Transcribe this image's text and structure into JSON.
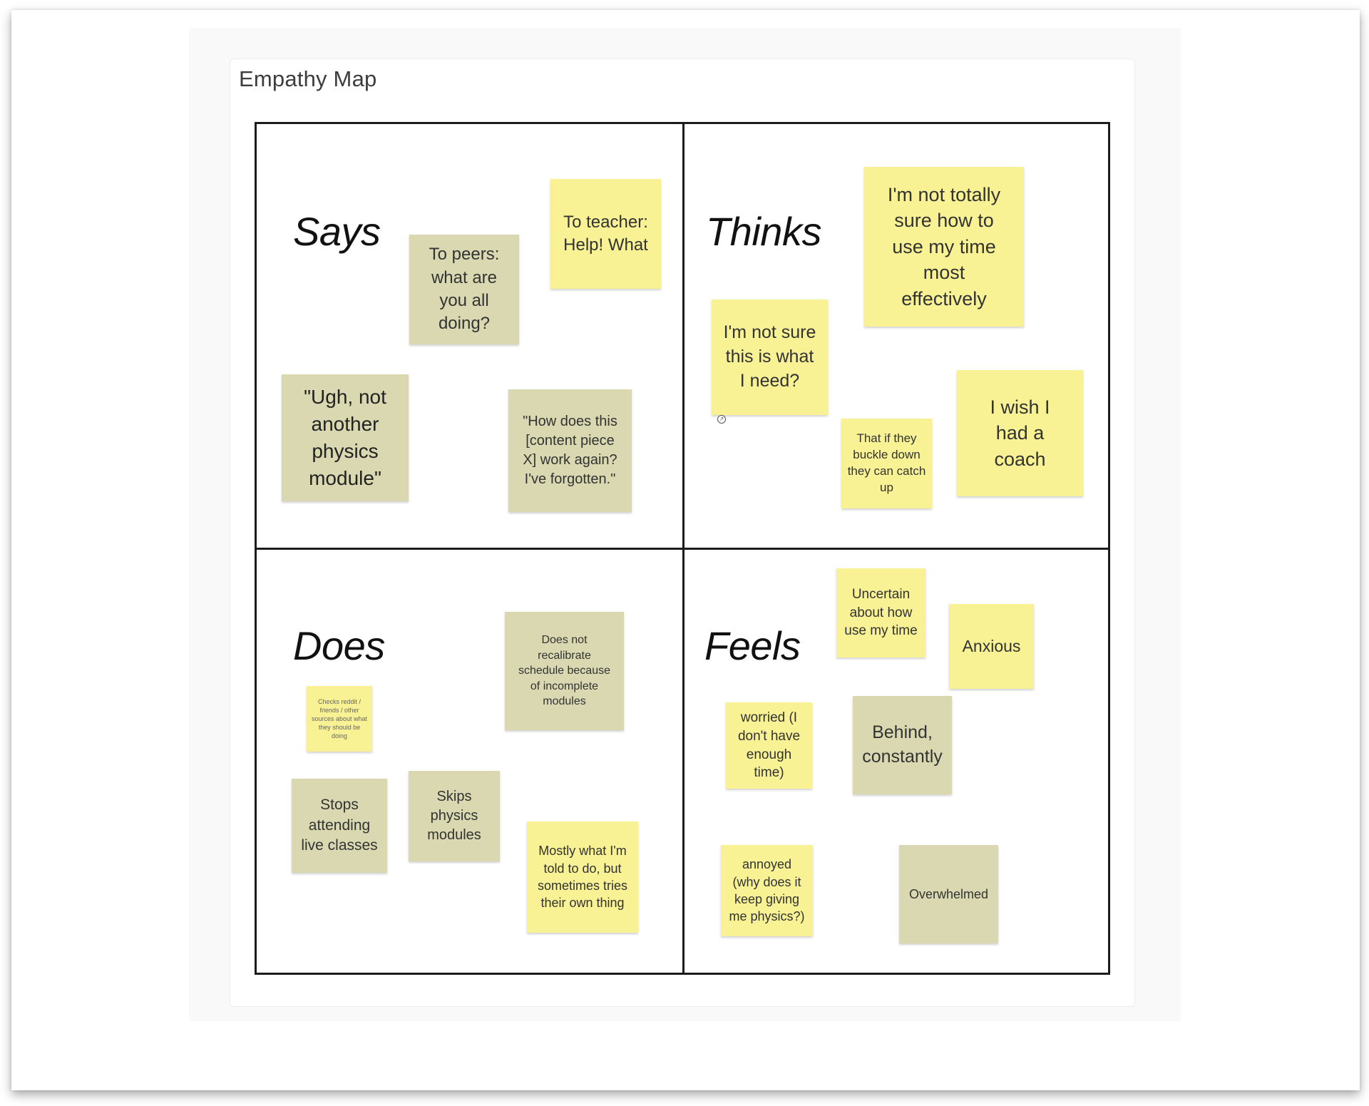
{
  "board": {
    "title": "Empathy Map"
  },
  "quadrants": {
    "says": "Says",
    "thinks": "Thinks",
    "does": "Does",
    "feels": "Feels"
  },
  "notes": {
    "says": [
      "To peers: what are you all doing?",
      "To teacher: Help! What",
      "\"Ugh, not another physics module\"",
      "\"How does this [content piece X] work again? I've forgotten.\""
    ],
    "thinks": [
      "I'm not totally sure how to use my time most effectively",
      "I'm not sure this is what I need?",
      "That if they buckle down they can catch up",
      "I wish I had a coach"
    ],
    "does": [
      "Does not recalibrate schedule because of incomplete modules",
      "Checks reddit / friends / other sources about what they should be doing",
      "Stops attending live classes",
      "Skips physics modules",
      "Mostly what I'm told to do, but sometimes tries their own thing"
    ],
    "feels": [
      "Uncertain about how use my time",
      "Anxious",
      "worried (I don't have enough time)",
      "Behind, constantly",
      "annoyed (why does it keep giving me physics?)",
      "Overwhelmed"
    ]
  },
  "colors": {
    "yellow_note": "#f8f294",
    "olive_note": "#d9d8b1",
    "grid_line": "#1c1c1c"
  }
}
